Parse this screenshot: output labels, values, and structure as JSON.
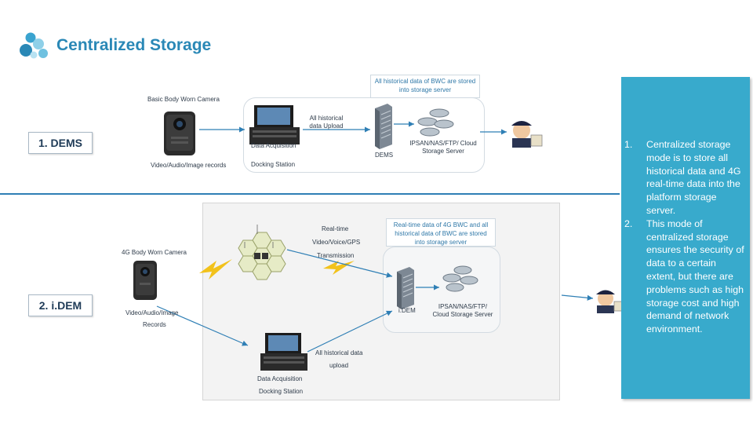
{
  "header": {
    "title": "Centralized Storage"
  },
  "sections": {
    "dems": "1. DEMS",
    "idem": "2. i.DEM"
  },
  "dems": {
    "camera_label": "Basic Body Worn Camera",
    "records_label": "Video/Audio/Image records",
    "data_acquisition": "Data Acquisition",
    "docking_station": "Docking Station",
    "upload_label": "All historical data Upload",
    "server_label": "DEMS",
    "storage_label": "IPSAN/NAS/FTP/ Cloud Storage Server",
    "callout": "All historical data of BWC are stored into storage server"
  },
  "idem": {
    "camera_label": "4G Body Worn Camera",
    "records_line1": "Video/Audio/Image",
    "records_line2": "Records",
    "realtime_line1": "Real-time",
    "realtime_line2": "Video/Voice/GPS",
    "realtime_line3": "Transmission",
    "callout": "Real-time data of 4G BWC and all historical data of BWC are stored into storage server",
    "server_label": "i.DEM",
    "storage_label": "IPSAN/NAS/FTP/ Cloud Storage Server",
    "upload_line1": "All historical data",
    "upload_line2": "upload",
    "data_acquisition": "Data Acquisition",
    "docking_station": "Docking Station"
  },
  "panel": {
    "items": [
      {
        "num": "1.",
        "text": "Centralized storage mode is to store all historical data and 4G real-time data into the platform storage server."
      },
      {
        "num": "2.",
        "text": "This mode of centralized storage ensures the security of data to a certain extent, but there are problems such as high storage cost and high demand of network environment."
      }
    ]
  },
  "colors": {
    "title": "#2a88b6",
    "divider": "#2f7fb5",
    "panel_bg": "#38aacc",
    "callout_text": "#2f78a8",
    "lightning": "#f2c21b"
  },
  "icons": [
    "logo-icon",
    "body-camera-icon",
    "docking-station-icon",
    "server-rack-icon",
    "storage-disks-icon",
    "officer-icon",
    "cell-network-icon",
    "lightning-icon"
  ]
}
